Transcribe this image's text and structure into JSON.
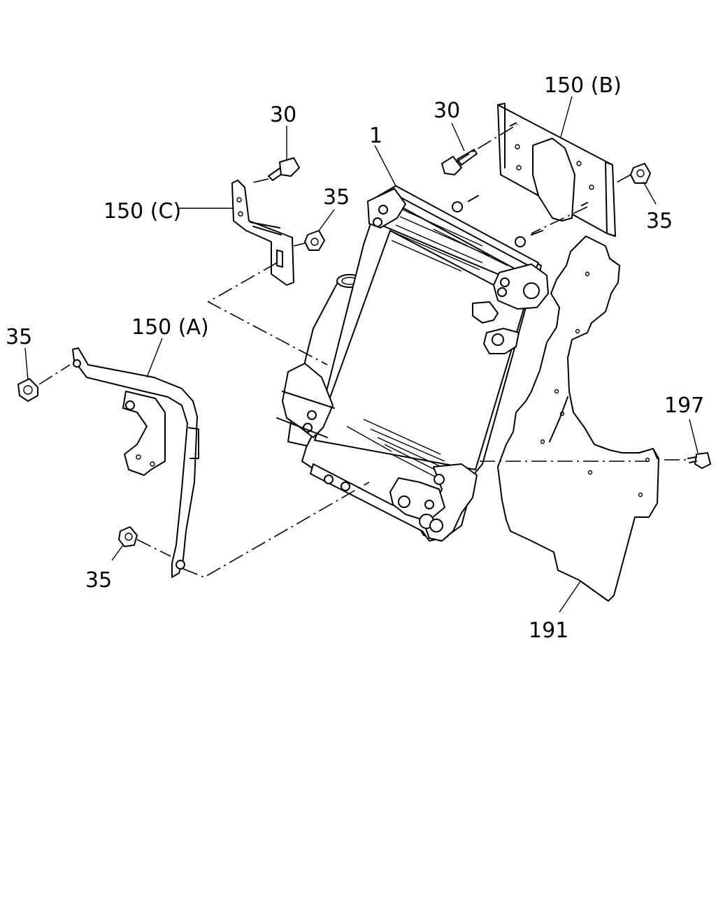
{
  "callouts": {
    "c1": "1",
    "c30_left": "30",
    "c30_right": "30",
    "c150a": "150 (A)",
    "c150b": "150 (B)",
    "c150c": "150 (C)",
    "c35_topmid": "35",
    "c35_right": "35",
    "c35_left": "35",
    "c35_bottom": "35",
    "c197": "197",
    "c191": "191"
  }
}
